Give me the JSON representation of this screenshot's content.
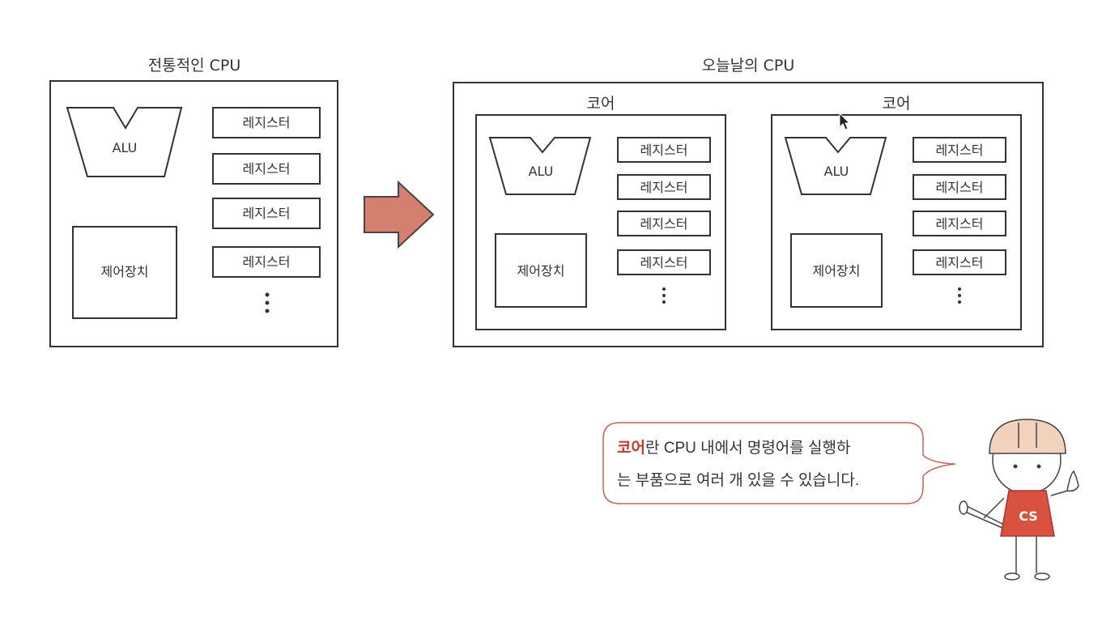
{
  "traditional_cpu": {
    "title": "전통적인 CPU",
    "alu": "ALU",
    "control_unit": "제어장치",
    "registers": [
      "레지스터",
      "레지스터",
      "레지스터",
      "레지스터"
    ],
    "more": "⋮"
  },
  "modern_cpu": {
    "title": "오늘날의 CPU",
    "cores": [
      {
        "label": "코어",
        "alu": "ALU",
        "control_unit": "제어장치",
        "registers": [
          "레지스터",
          "레지스터",
          "레지스터",
          "레지스터"
        ],
        "more": "⋮"
      },
      {
        "label": "코어",
        "alu": "ALU",
        "control_unit": "제어장치",
        "registers": [
          "레지스터",
          "레지스터",
          "레지스터",
          "레지스터"
        ],
        "more": "⋮"
      }
    ]
  },
  "speech": {
    "highlight": "코어",
    "line1_rest": "란 CPU 내에서 명령어를 실행하",
    "line2": "는 부품으로 여러 개 있을 수 있습니다."
  },
  "mascot": {
    "shirt_text": "CS"
  },
  "colors": {
    "arrow": "#d4806e",
    "accent": "#c0392b",
    "shirt": "#d9523f",
    "helmet": "#f0d2bd"
  }
}
